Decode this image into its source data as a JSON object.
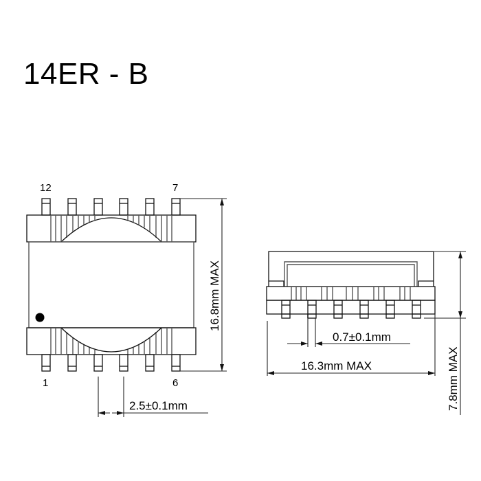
{
  "title": "14ER - B",
  "top_view": {
    "pin_label_top_left": "12",
    "pin_label_top_right": "7",
    "pin_label_bottom_left": "1",
    "pin_label_bottom_right": "6",
    "pins_per_side": 6,
    "height_dimension": "16.8mm MAX",
    "pitch_dimension": "2.5±0.1mm",
    "pin1_marker": "dot"
  },
  "side_view": {
    "pin_width_dimension": "0.7±0.1mm",
    "length_dimension": "16.3mm MAX",
    "height_dimension": "7.8mm MAX",
    "pins_visible": 6
  },
  "colors": {
    "line": "#555555",
    "text": "#000000",
    "background": "#ffffff"
  }
}
